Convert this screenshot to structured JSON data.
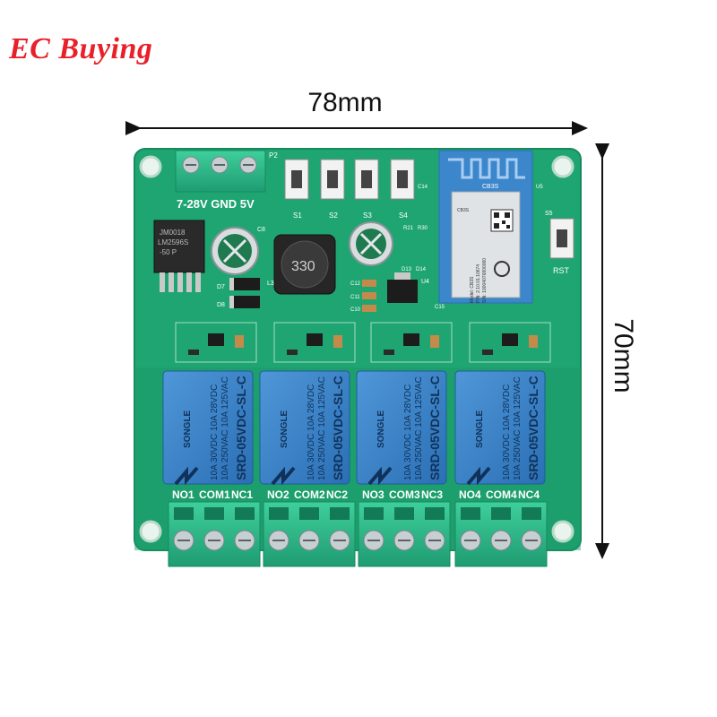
{
  "brand": {
    "name": "EC Buying",
    "color": "#e8202a"
  },
  "dimensions": {
    "width_label": "78mm",
    "height_label": "70mm"
  },
  "board": {
    "color": "#1fa572",
    "power_label": "7-28V GND 5V",
    "power_header": "P2",
    "switches": [
      "S1",
      "S2",
      "S3",
      "S4"
    ],
    "rst_label": "RST",
    "regulator_text": [
      "JM0018",
      "LM2596S",
      "-50  P"
    ],
    "inductor_text": "330",
    "labels": {
      "c8": "C8",
      "c14": "C14",
      "u5": "U5",
      "r21": "R21",
      "r30": "R30",
      "d13": "D13",
      "d14": "D14",
      "c12": "C12",
      "u4": "U4",
      "c10": "C10",
      "c11": "C11",
      "c15": "C15",
      "d7": "D7",
      "d8": "D8",
      "l3": "L3",
      "s5": "S5"
    },
    "module": {
      "id": "CB3S",
      "model_line": "Model: CB3S",
      "pn_line": "P/N: 2.10.01.10674",
      "sn_line": "S/N: 10004076800060"
    },
    "relays": [
      {
        "brand": "SONGLE",
        "spec_lines": [
          "10A 250VAC  10A 125VAC",
          "10A 30VDC   10A 28VDC"
        ],
        "model": "SRD-05VDC-SL-C"
      },
      {
        "brand": "SONGLE",
        "spec_lines": [
          "10A 250VAC  10A 125VAC",
          "10A 30VDC   10A 28VDC"
        ],
        "model": "SRD-05VDC-SL-C"
      },
      {
        "brand": "SONGLE",
        "spec_lines": [
          "10A 250VAC  10A 125VAC",
          "10A 30VDC   10A 28VDC"
        ],
        "model": "SRD-05VDC-SL-C"
      },
      {
        "brand": "SONGLE",
        "spec_lines": [
          "10A 250VAC  10A 125VAC",
          "10A 30VDC   10A 28VDC"
        ],
        "model": "SRD-05VDC-SL-C"
      }
    ],
    "terminals": [
      [
        "NO1",
        "COM1",
        "NC1"
      ],
      [
        "NO2",
        "COM2",
        "NC2"
      ],
      [
        "NO3",
        "COM3",
        "NC3"
      ],
      [
        "NO4",
        "COM4",
        "NC4"
      ]
    ]
  }
}
